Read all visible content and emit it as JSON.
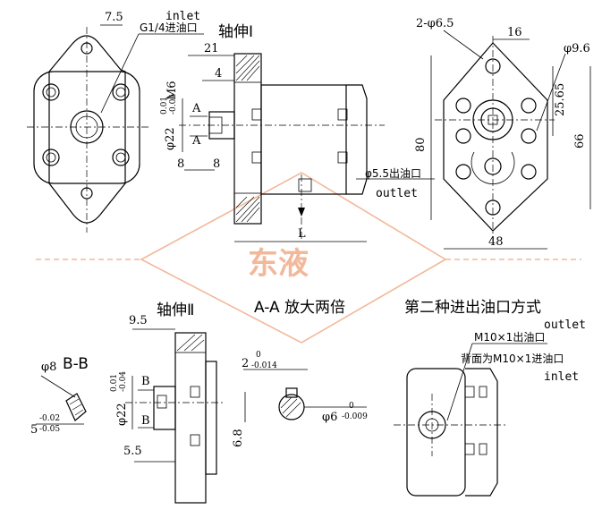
{
  "watermark": {
    "text": "东液",
    "color": "#f2b89a"
  },
  "view_front": {
    "inlet_label": "inlet",
    "inlet_thread": "G1/4进油口",
    "dim_7_5": "7.5"
  },
  "view_shaft1": {
    "title": "轴伸Ⅰ",
    "dim_21": "21",
    "dim_4": "4",
    "thread": "M6",
    "tol_upper": "0.01",
    "tol_lower": "-0.04",
    "dia": "φ22",
    "section_mark": "A",
    "dim_8_left": "8",
    "dim_8_right": "8",
    "length": "L",
    "outlet_size": "φ5.5出油口",
    "outlet_label": "outlet"
  },
  "view_side": {
    "holes": "2-φ6.5",
    "dim_16": "16",
    "dim_9_6": "φ9.6",
    "dim_25_65": "25.65",
    "dim_80": "80",
    "dim_66": "66",
    "dim_48": "48"
  },
  "captions": {
    "section_aa": "A-A 放大两倍",
    "second_method": "第二种进出油口方式"
  },
  "view_bb": {
    "title": "B-B",
    "dia": "φ8",
    "dim_5": "5",
    "tol_upper": "-0.02",
    "tol_lower": "-0.05"
  },
  "view_shaft2": {
    "title": "轴伸Ⅱ",
    "dim_9_5": "9.5",
    "section_mark": "B",
    "tol_upper": "0.01",
    "tol_lower": "-0.04",
    "dia": "φ22",
    "dim_5_5": "5.5"
  },
  "view_key": {
    "dim_2": "2",
    "tol_upper": "0",
    "tol_lower": "-0.014",
    "dim_6_8": "6.8",
    "dia": "φ6",
    "dia_tol_upper": "0",
    "dia_tol_lower": "-0.009"
  },
  "view_alt": {
    "outlet_label": "outlet",
    "outlet_thread": "M10×1出油口",
    "inlet_thread": "背面为M10×1进油口",
    "inlet_label": "inlet"
  }
}
